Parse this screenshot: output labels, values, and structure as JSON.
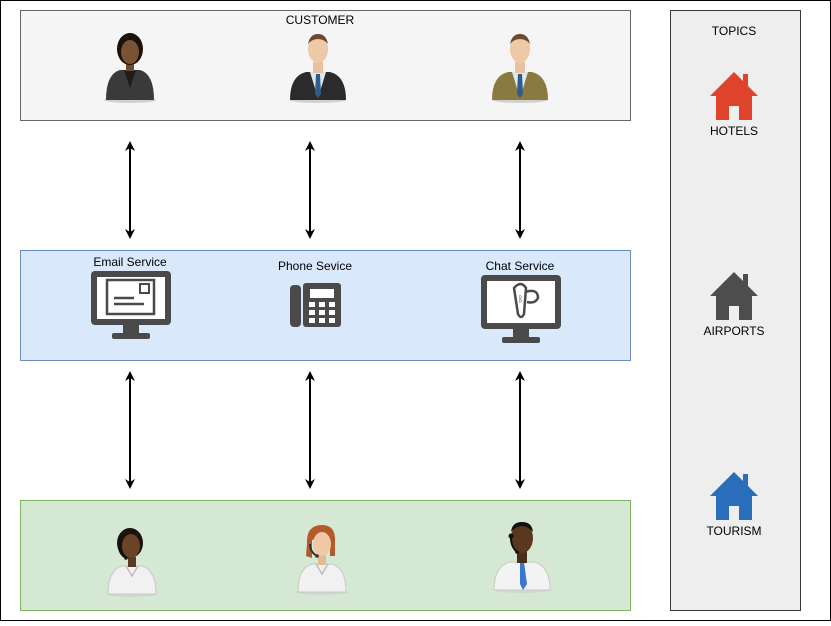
{
  "customer": {
    "title": "CUSTOMER"
  },
  "services": {
    "email_label": "Email Service",
    "phone_label": "Phone Sevice",
    "chat_label": "Chat Service"
  },
  "topics": {
    "title": "TOPICS",
    "items": [
      {
        "label": "HOTELS",
        "color": "#e0432b"
      },
      {
        "label": "AIRPORTS",
        "color": "#4d4d4d"
      },
      {
        "label": "TOURISM",
        "color": "#2a6ebb"
      }
    ]
  },
  "colors": {
    "customer_fill": "#f5f5f5",
    "service_fill": "#dae8fc",
    "agent_fill": "#d5e8d4",
    "topics_fill": "#eeeeee",
    "device_icon": "#4a4a4a"
  }
}
